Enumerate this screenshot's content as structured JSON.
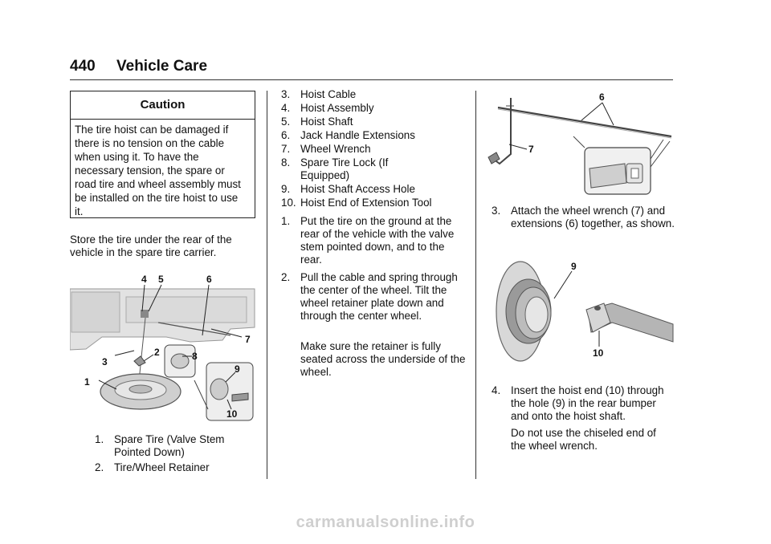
{
  "header": {
    "page_number": "440",
    "section_title": "Vehicle Care"
  },
  "caution": {
    "title": "Caution",
    "text": "The tire hoist can be damaged if there is no tension on the cable when using it. To have the necessary tension, the spare or road tire and wheel assembly must be installed on the tire hoist to use it."
  },
  "intro": "Store the tire under the rear of the vehicle in the spare tire carrier.",
  "figure1": {
    "callouts": [
      "1",
      "2",
      "3",
      "4",
      "5",
      "6",
      "7",
      "8",
      "9",
      "10"
    ]
  },
  "legend": [
    {
      "num": "1.",
      "text": "Spare Tire (Valve Stem Pointed Down)"
    },
    {
      "num": "2.",
      "text": "Tire/Wheel Retainer"
    },
    {
      "num": "3.",
      "text": "Hoist Cable"
    },
    {
      "num": "4.",
      "text": "Hoist Assembly"
    },
    {
      "num": "5.",
      "text": "Hoist Shaft"
    },
    {
      "num": "6.",
      "text": "Jack Handle Extensions"
    },
    {
      "num": "7.",
      "text": "Wheel Wrench"
    },
    {
      "num": "8.",
      "text": "Spare Tire Lock (If Equipped)"
    },
    {
      "num": "9.",
      "text": "Hoist Shaft Access Hole"
    },
    {
      "num": "10.",
      "text": "Hoist End of Extension Tool"
    }
  ],
  "steps": [
    {
      "num": "1.",
      "text": "Put the tire on the ground at the rear of the vehicle with the valve stem pointed down, and to the rear."
    },
    {
      "num": "2.",
      "text": "Pull the cable and spring through the center of the wheel. Tilt the wheel retainer plate down and through the center wheel.",
      "note": "Make sure the retainer is fully seated across the underside of the wheel."
    },
    {
      "num": "3.",
      "text": "Attach the wheel wrench (7) and extensions (6) together, as shown."
    },
    {
      "num": "4.",
      "text": "Insert the hoist end (10) through the hole (9) in the rear bumper and onto the hoist shaft.",
      "note": "Do not use the chiseled end of the wheel wrench."
    }
  ],
  "figure2": {
    "callouts": [
      "6",
      "7"
    ]
  },
  "figure3": {
    "callouts": [
      "9",
      "10"
    ]
  },
  "watermark": "carmanualsonline.info"
}
